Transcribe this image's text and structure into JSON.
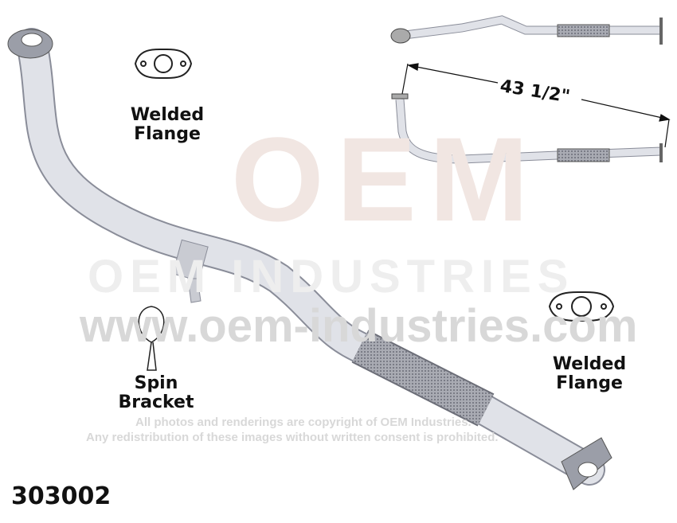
{
  "labels": {
    "welded_flange_top": [
      "Welded",
      "Flange"
    ],
    "welded_flange_right": [
      "Welded",
      "Flange"
    ],
    "spin_bracket": [
      "Spin",
      "Bracket"
    ]
  },
  "dimension": "43 1/2\"",
  "part_number": "303002",
  "watermark": {
    "logo": "OEM INDUSTRIES",
    "url": "www.oem-industries.com",
    "line1": "All photos and renderings are copyright of OEM Industries.",
    "line2": "Any redistribution of these images without written consent is prohibited."
  },
  "colors": {
    "pipe": "#d9dbe2",
    "pipe_edge": "#8a8d99",
    "watermark": "#e8d4cc"
  }
}
